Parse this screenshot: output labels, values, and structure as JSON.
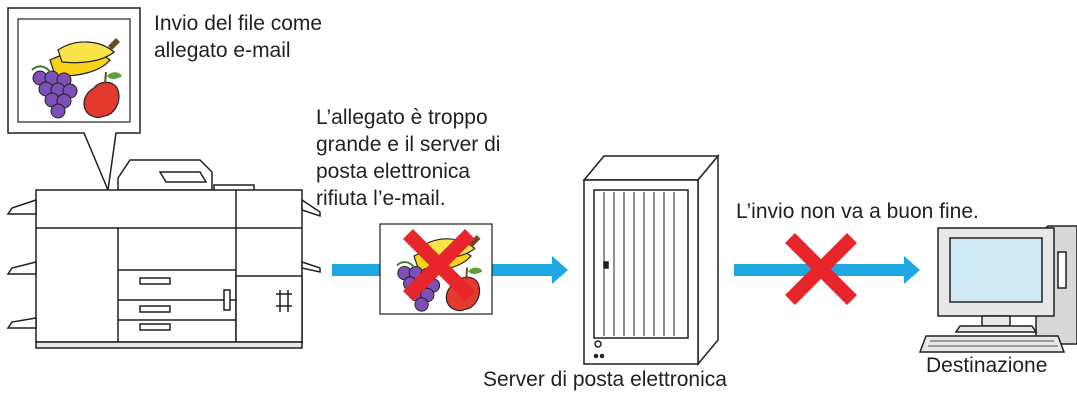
{
  "labels": {
    "attach_title": [
      "Invio del file come",
      "allegato e-mail"
    ],
    "reject_note": [
      "L’allegato è troppo",
      "grande e il server di",
      "posta elettronica",
      "rifiuta l’e-mail."
    ],
    "fail_note": "L’invio non va a buon fine.",
    "server": "Server di posta elettronica",
    "destination": "Destinazione"
  },
  "colors": {
    "arrow": "#1ea7e1",
    "cross": "#e8252a",
    "outline": "#231f20",
    "screen": "#cfe9f5"
  },
  "icons": [
    "mfp-printer-icon",
    "fruit-image-icon",
    "server-tower-icon",
    "desktop-computer-icon",
    "cross-icon"
  ]
}
